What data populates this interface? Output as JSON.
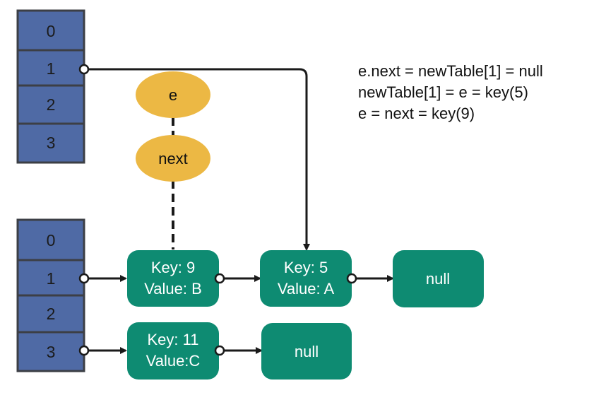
{
  "old_table": {
    "indices": [
      "0",
      "1",
      "2",
      "3"
    ]
  },
  "new_table": {
    "indices": [
      "0",
      "1",
      "2",
      "3"
    ]
  },
  "nodes": {
    "key9": {
      "line1": "Key: 9",
      "line2": "Value: B"
    },
    "key5": {
      "line1": "Key: 5",
      "line2": "Value: A"
    },
    "null_a": {
      "line1": "null"
    },
    "key11": {
      "line1": "Key: 11",
      "line2": "Value:C"
    },
    "null_b": {
      "line1": "null"
    }
  },
  "pointers": {
    "e": "e",
    "next": "next"
  },
  "notes": [
    "e.next = newTable[1] = null",
    "newTable[1] = e = key(5)",
    "e = next = key(9)"
  ],
  "colors": {
    "table_cell": "#4f6aa5",
    "node": "#0e8b72",
    "pointer": "#ecb844"
  }
}
